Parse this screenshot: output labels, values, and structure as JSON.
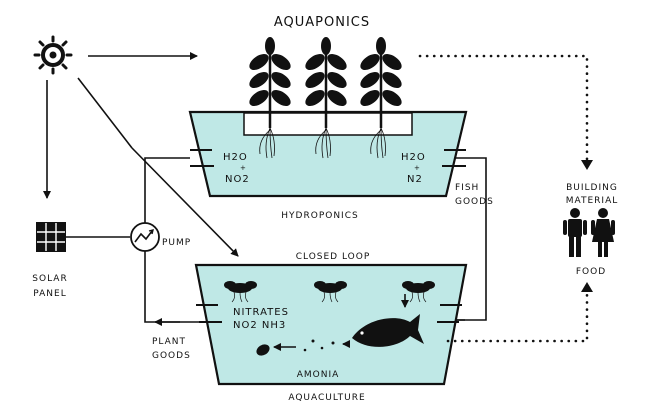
{
  "title": "AQUAPONICS",
  "labels": {
    "hydroponics": "HYDROPONICS",
    "closed_loop": "CLOSED LOOP",
    "aquaculture": "AQUACULTURE",
    "amonia": "AMONIA",
    "pump": "PUMP",
    "solar_panel_line1": "SOLAR",
    "solar_panel_line2": "PANEL",
    "fish_goods_line1": "FISH",
    "fish_goods_line2": "GOODS",
    "plant_goods_line1": "PLANT",
    "plant_goods_line2": "GOODS",
    "building_line1": "BUILDING",
    "building_line2": "MATERIAL",
    "food": "FOOD",
    "h2o_left": "H2O",
    "plus_left": "+",
    "no2_left": "NO2",
    "h2o_right": "H2O",
    "plus_right": "+",
    "n2_right": "N2",
    "nitrates": "NITRATES",
    "no2_nh3": "NO2 NH3"
  },
  "icons": {
    "sun": "sun-icon",
    "solar_panel": "solar-panel-icon",
    "pump": "pump-icon",
    "fish": "fish-icon",
    "people": "people-icon",
    "plants": "plant-icon"
  },
  "colors": {
    "water": "#bfe8e6",
    "ink": "#111111"
  }
}
